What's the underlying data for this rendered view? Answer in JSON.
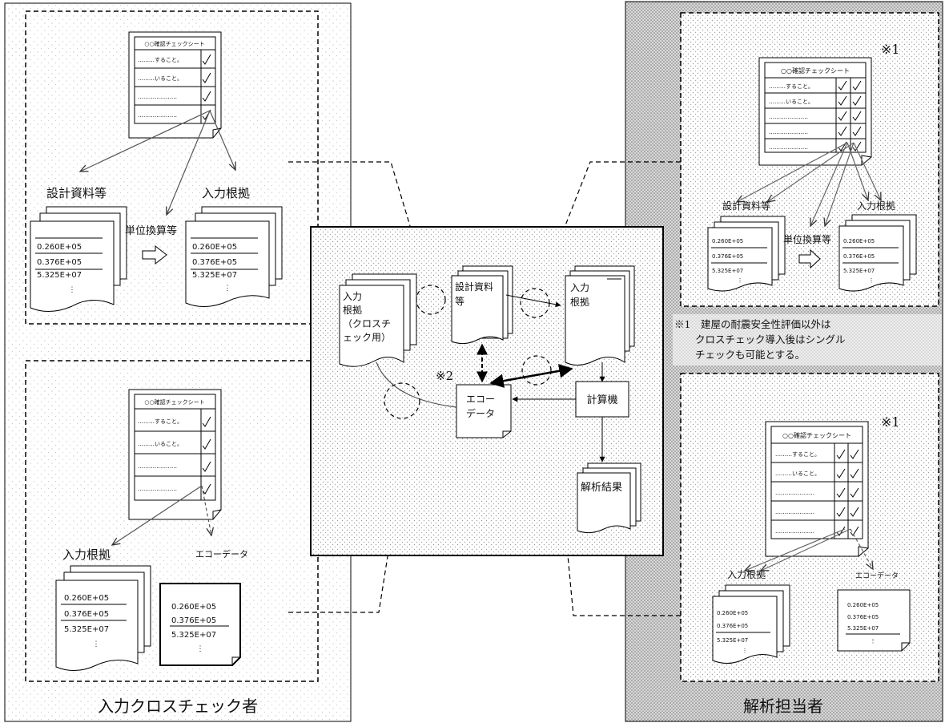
{
  "left_panel": {
    "title": "入力クロスチェック者",
    "top": {
      "checklist": {
        "title": "○○確認チェックシート",
        "rows": [
          "………すること。",
          "………いること。",
          "…………………",
          "…………………"
        ]
      },
      "source_label": "設計資料等",
      "basis_label": "入力根拠",
      "conversion_label": "単位換算等",
      "source_values": [
        "0.260E+05",
        "0.376E+05",
        "5.325E+07"
      ],
      "basis_values": [
        "0.260E+05",
        "0.376E+05",
        "5.325E+07"
      ]
    },
    "bottom": {
      "checklist": {
        "title": "○○確認チェックシート",
        "rows": [
          "………すること。",
          "………いること。",
          "…………………",
          "…………………"
        ]
      },
      "basis_label": "入力根拠",
      "echo_label": "エコーデータ",
      "basis_values": [
        "0.260E+05",
        "0.376E+05",
        "5.325E+07"
      ],
      "echo_values": [
        "0.260E+05",
        "0.376E+05",
        "5.325E+07"
      ]
    }
  },
  "center_panel": {
    "input_cross": [
      "入力",
      "根拠",
      "（クロスチ",
      "ェック用）"
    ],
    "design_doc": [
      "設計資料",
      "等"
    ],
    "input_basis": [
      "入力",
      "根拠"
    ],
    "echo_data": [
      "エコー",
      "データ"
    ],
    "computer": "計算機",
    "results": "解析結果",
    "note_mark": "※2"
  },
  "right_panel": {
    "title": "解析担当者",
    "top": {
      "mark": "※1",
      "checklist": {
        "title": "○○確認チェックシート",
        "rows": [
          "………すること。",
          "………いること。",
          "…………………",
          "…………………",
          "…………………"
        ]
      },
      "source_label": "設計資料等",
      "basis_label": "入力根拠",
      "conversion_label": "単位換算等",
      "source_values": [
        "0.260E+05",
        "0.376E+05",
        "5.325E+07"
      ],
      "basis_values": [
        "0.260E+05",
        "0.376E+05",
        "5.325E+07"
      ]
    },
    "note": [
      "※1　建屋の耐震安全性評価以外は",
      "クロスチェック導入後はシングル",
      "チェックも可能とする。"
    ],
    "bottom": {
      "mark": "※1",
      "checklist": {
        "title": "○○確認チェックシート",
        "rows": [
          "………すること。",
          "………いること。",
          "…………………",
          "…………………",
          "…………………"
        ]
      },
      "basis_label": "入力根拠",
      "echo_label": "エコーデータ",
      "basis_values": [
        "0.260E+05",
        "0.376E+05",
        "5.325E+07"
      ],
      "echo_values": [
        "0.260E+05",
        "0.376E+05",
        "5.325E+07"
      ]
    }
  }
}
